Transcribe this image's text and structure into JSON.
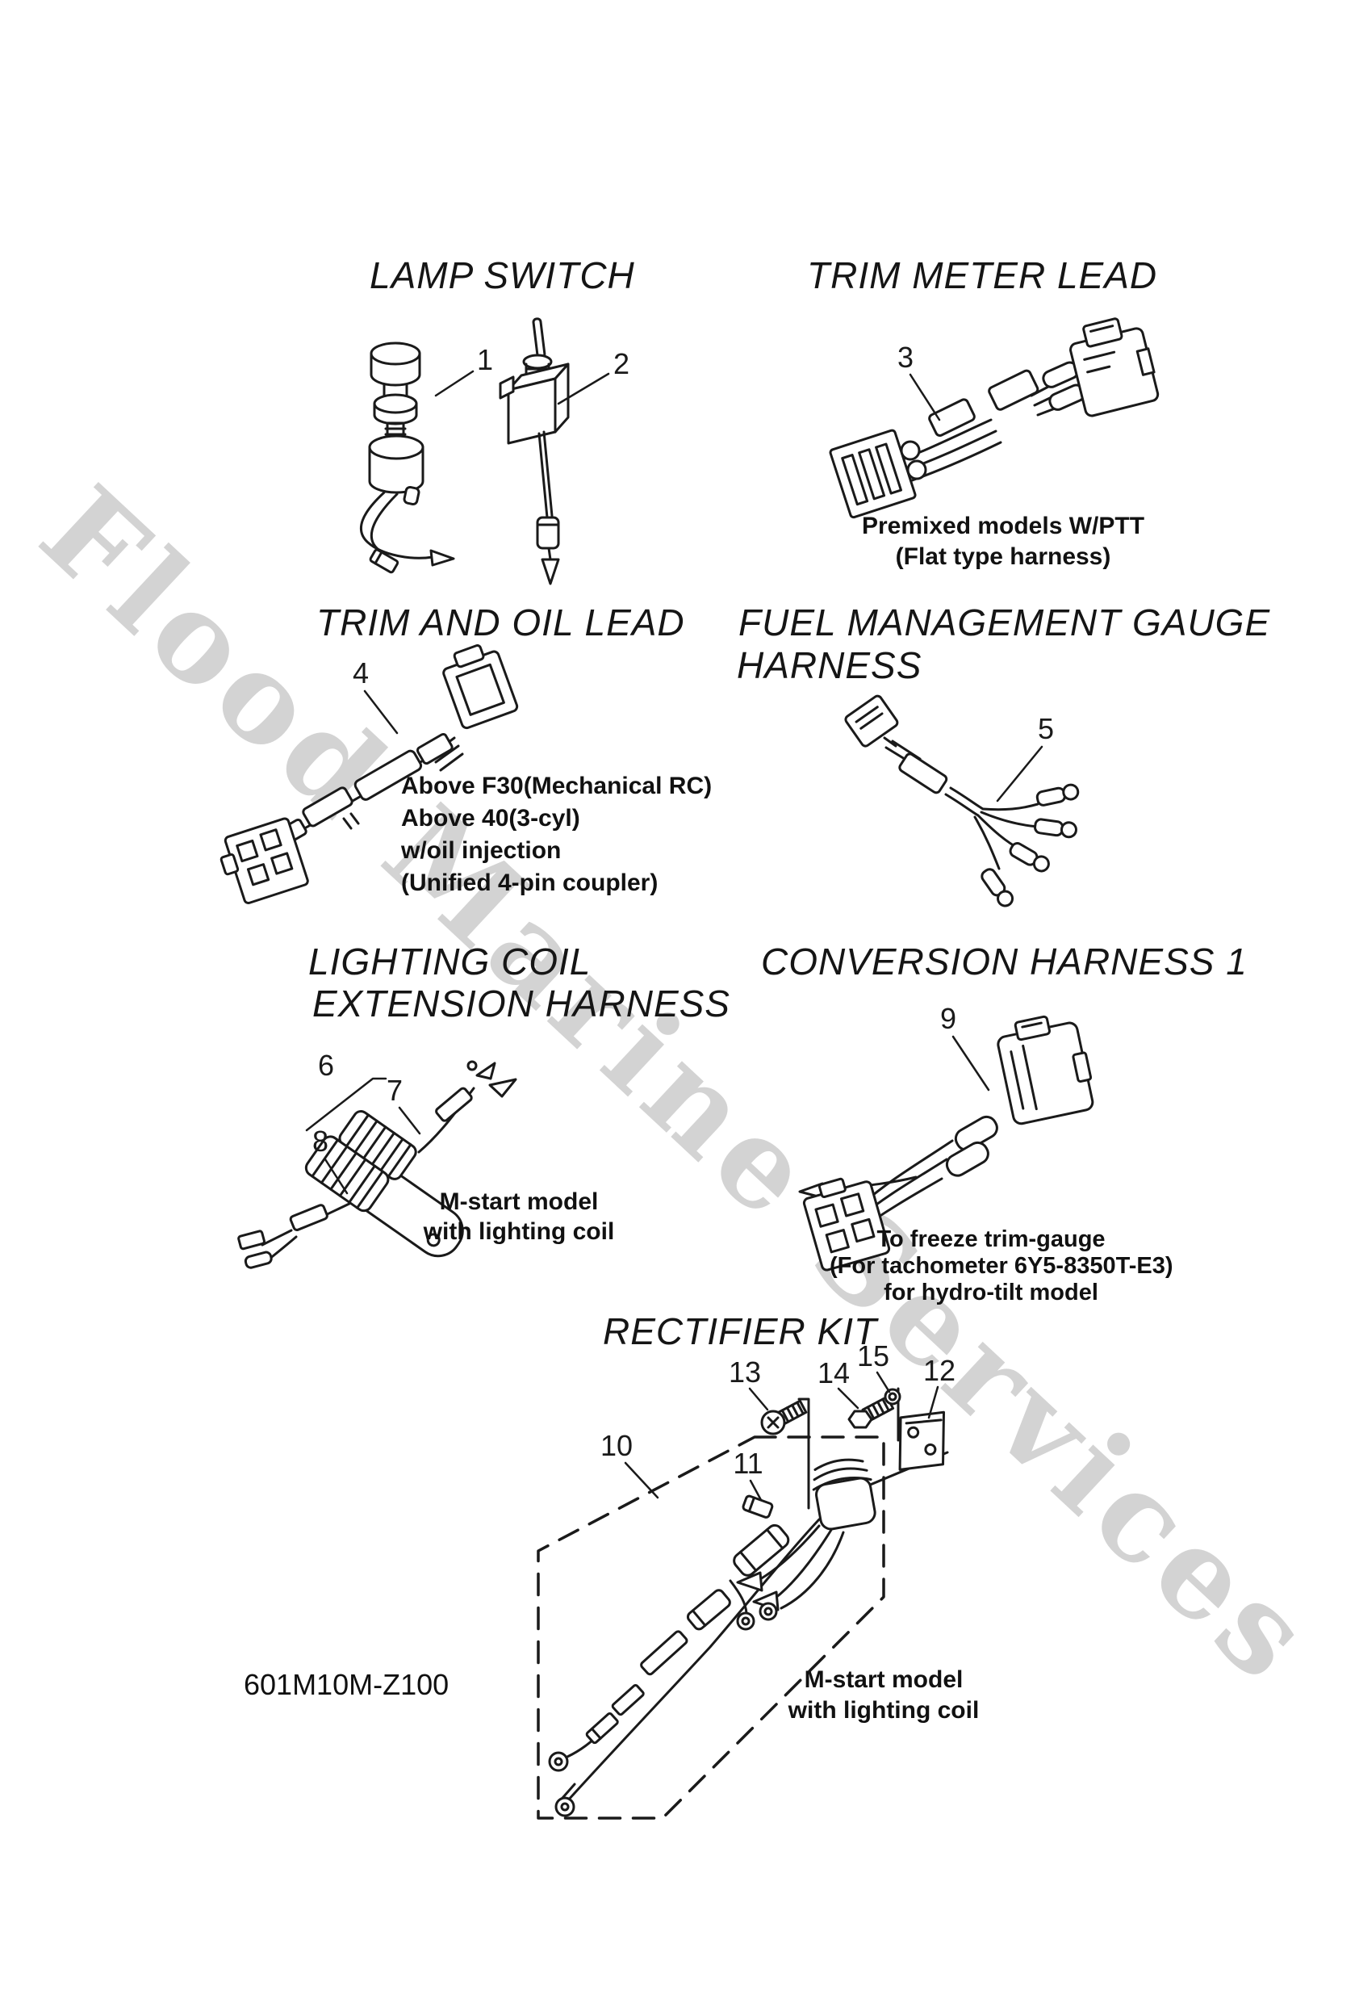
{
  "watermark": "Flood Marine Services",
  "page_code": "601M10M-Z100",
  "colors": {
    "ink": "#1a1a1a",
    "watermark_gray": "#c9c9c9"
  },
  "sections": {
    "lamp_switch": {
      "title": "LAMP SWITCH"
    },
    "trim_meter_lead": {
      "title": "TRIM METER LEAD",
      "notes": [
        "Premixed models W/PTT",
        "(Flat type harness)"
      ]
    },
    "trim_and_oil_lead": {
      "title": "TRIM AND OIL LEAD",
      "notes": [
        "Above F30(Mechanical RC)",
        "Above 40(3-cyl)",
        "w/oil injection",
        "(Unified 4-pin coupler)"
      ]
    },
    "fuel_management": {
      "title_line1": "FUEL MANAGEMENT GAUGE",
      "title_line2": "HARNESS"
    },
    "lighting_coil": {
      "title_line1": "LIGHTING COIL",
      "title_line2": "EXTENSION HARNESS",
      "notes": [
        "M-start model",
        "with lighting coil"
      ]
    },
    "conversion_harness": {
      "title": "CONVERSION HARNESS 1",
      "notes": [
        "To freeze trim-gauge",
        "(For tachometer 6Y5-8350T-E3)",
        "for hydro-tilt model"
      ]
    },
    "rectifier_kit": {
      "title": "RECTIFIER KIT",
      "notes": [
        "M-start model",
        "with lighting coil"
      ]
    }
  },
  "callouts": {
    "c1": "1",
    "c2": "2",
    "c3": "3",
    "c4": "4",
    "c5": "5",
    "c6": "6",
    "c7": "7",
    "c8": "8",
    "c9": "9",
    "c10": "10",
    "c11": "11",
    "c12": "12",
    "c13": "13",
    "c14": "14",
    "c15": "15"
  }
}
